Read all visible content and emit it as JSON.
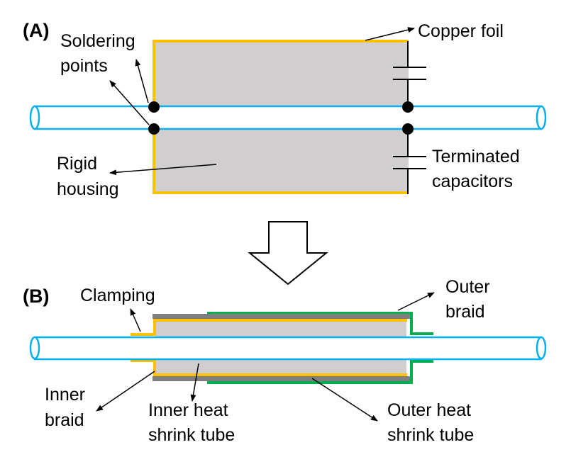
{
  "figure": {
    "panel_a": {
      "label": "(A)",
      "annotations": {
        "soldering_line1": "Soldering",
        "soldering_line2": "points",
        "copper_foil": "Copper foil",
        "rigid_line1": "Rigid",
        "rigid_line2": "housing",
        "capacitors_line1": "Terminated",
        "capacitors_line2": "capacitors"
      }
    },
    "transition_arrow": "hollow-down-arrow",
    "panel_b": {
      "label": "(B)",
      "annotations": {
        "clamping": "Clamping",
        "outer_braid_line1": "Outer",
        "outer_braid_line2": "braid",
        "inner_braid_line1": "Inner",
        "inner_braid_line2": "braid",
        "inner_tube_line1": "Inner heat",
        "inner_tube_line2": "shrink tube",
        "outer_tube_line1": "Outer heat",
        "outer_tube_line2": "shrink tube"
      }
    },
    "colors": {
      "cable": "#00b0f0",
      "copper_foil": "#ffc000",
      "housing_fill": "#d0cece",
      "inner_braid": "#ffc000",
      "inner_heat_shrink": "#7f7f7f",
      "outer_braid": "#00b050",
      "wire": "#000000"
    }
  }
}
